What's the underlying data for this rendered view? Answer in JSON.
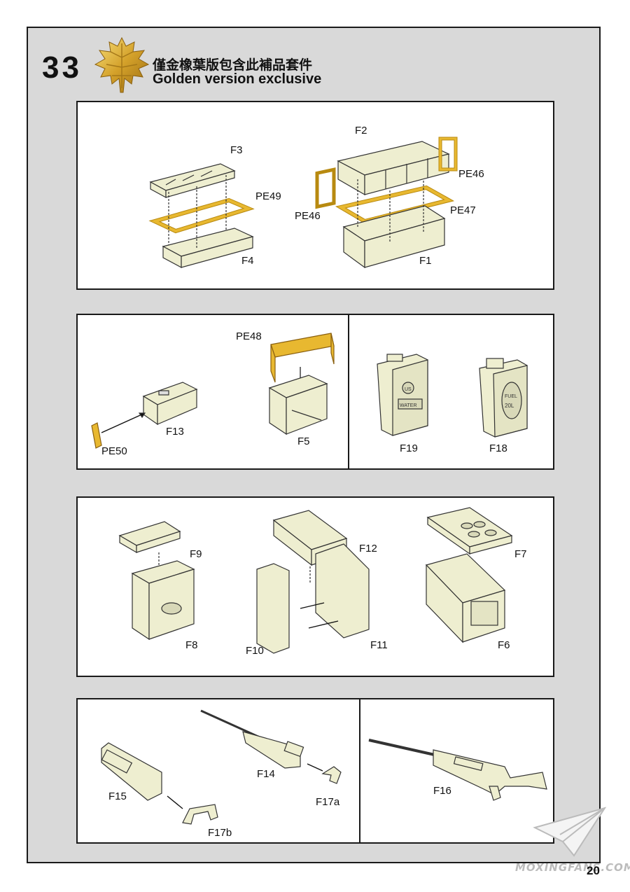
{
  "header": {
    "step_number": "33",
    "title_cn": "僅金橡葉版包含此補品套件",
    "title_en": "Golden version exclusive"
  },
  "panels": [
    {
      "labels": [
        "F3",
        "PE49",
        "F4",
        "F2",
        "PE46",
        "PE46",
        "PE47",
        "F1"
      ]
    },
    {
      "labels": [
        "PE48",
        "F13",
        "F5",
        "PE50"
      ]
    },
    {
      "labels": [
        "F19",
        "F18"
      ]
    },
    {
      "labels": [
        "F9",
        "F8",
        "F12",
        "F10",
        "F11",
        "F7",
        "F6"
      ]
    },
    {
      "labels": [
        "F15",
        "F14",
        "F17a",
        "F17b"
      ]
    },
    {
      "labels": [
        "F16"
      ]
    }
  ],
  "decals": {
    "us": "US",
    "water": "WATER",
    "fuel": "FUEL",
    "fuel_volume": "20L"
  },
  "page_number": "20",
  "watermark": "MOXINGFANS.COM",
  "colors": {
    "part_fill": "#eeeed0",
    "pe_gold": "#e8b830",
    "frame_bg": "#d9d9d9",
    "stroke": "#333333"
  },
  "icons": [
    "oak-leaf-icon",
    "paper-plane-icon"
  ]
}
